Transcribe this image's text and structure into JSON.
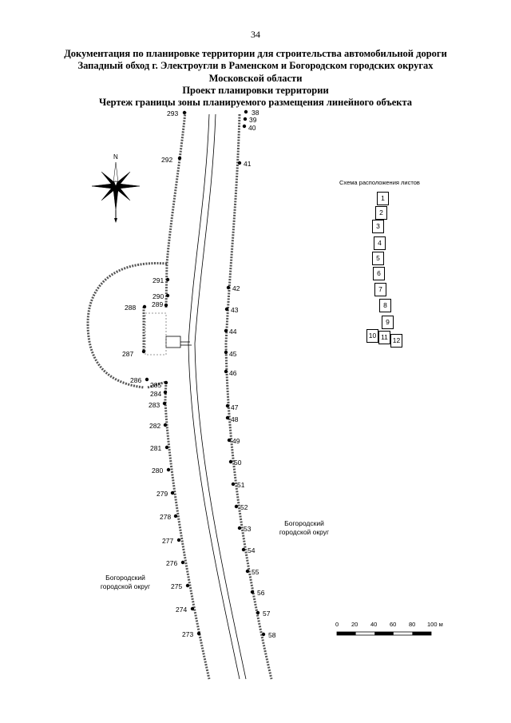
{
  "page_number": "34",
  "title_lines": [
    "Документация по планировке территории для строительства автомобильной дороги",
    "Западный обход г. Электроугли в Раменском и Богородском городских округах",
    "Московской области",
    "Проект планировки территории",
    "Чертеж границы зоны планируемого размещения линейного объекта"
  ],
  "compass": {
    "north": "N"
  },
  "left_points": [
    "293",
    "292",
    "291",
    "290",
    "289",
    "288",
    "287",
    "286",
    "285",
    "284",
    "283",
    "282",
    "281",
    "280",
    "279",
    "278",
    "277",
    "276",
    "275",
    "274",
    "273"
  ],
  "right_points": [
    "38",
    "39",
    "40",
    "41",
    "42",
    "43",
    "44",
    "45",
    "46",
    "47",
    "48",
    "49",
    "50",
    "51",
    "52",
    "53",
    "54",
    "55",
    "56",
    "57",
    "58"
  ],
  "regions": {
    "right": [
      "Богородский",
      "городской округ"
    ],
    "left": [
      "Богородский",
      "городской округ"
    ]
  },
  "sheet_scheme": {
    "title": "Схема расположения листов",
    "sheets": [
      "1",
      "2",
      "3",
      "4",
      "5",
      "6",
      "7",
      "8",
      "9",
      "10",
      "11",
      "12"
    ]
  },
  "scale_bar": {
    "labels": [
      "0",
      "20",
      "40",
      "60",
      "80",
      "100 м"
    ]
  }
}
